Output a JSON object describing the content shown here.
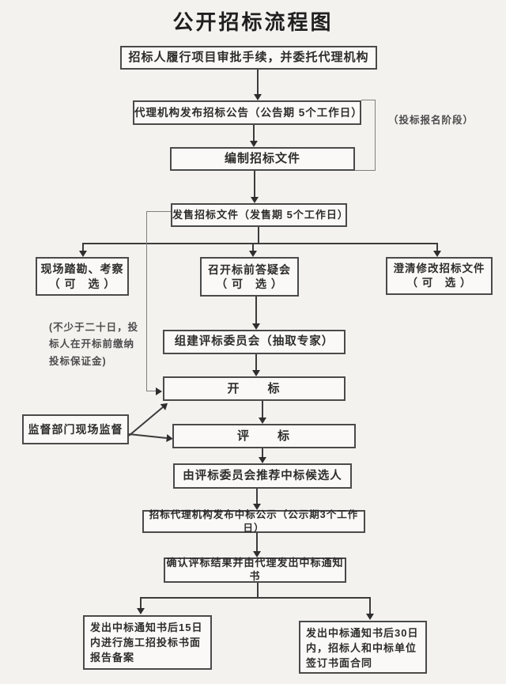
{
  "title": "公开招标流程图",
  "colors": {
    "background": "#f3f2ef",
    "box_fill": "#faf9f7",
    "box_border": "#4a4a4a",
    "text": "#2d2d2d",
    "connector": "#3c3c3c"
  },
  "nodes": {
    "approval": "招标人履行项目审批手续，并委托代理机构",
    "announcement": "代理机构发布招标公告（公告期 5个工作日）",
    "prepare_docs": "编制招标文件",
    "sell_docs": "发售招标文件（发售期 5个工作日）",
    "site_visit": {
      "line1": "现场踏勘、考察",
      "line2": "（ 可　选 ）"
    },
    "qa_meeting": {
      "line1": "召开标前答疑会",
      "line2": "（ 可　选 ）"
    },
    "clarify": {
      "line1": "澄清修改招标文件",
      "line2": "（ 可　选 ）"
    },
    "committee": "组建评标委员会（抽取专家）",
    "bid_opening": "开　　标",
    "supervision": "监督部门现场监督",
    "bid_evaluation": "评　　标",
    "recommend": "由评标委员会推荐中标候选人",
    "publicity": "招标代理机构发布中标公示（公示期3个工作日）",
    "confirm_notice": "确认评标结果并由代理发出中标通知书",
    "filing": "发出中标通知书后15日内进行施工招投标书面报告备案",
    "contract": "发出中标通知书后30日内，招标人和中标单位签订书面合同"
  },
  "notes": {
    "registration_phase": "（投标报名阶段）",
    "deposit_lines": [
      "(不少于二十日，投",
      "标人在开标前缴纳",
      "投标保证金)"
    ]
  }
}
